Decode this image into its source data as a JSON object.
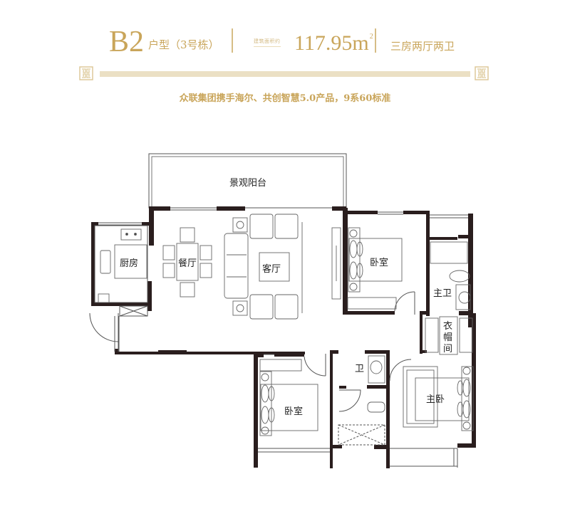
{
  "header": {
    "unit_type": "B2",
    "unit_suffix": "户型（3号栋）",
    "area_label": "建筑面积约",
    "area_value": "117.95",
    "area_unit": "m",
    "area_unit_sup": "2",
    "layout_desc": "三房两厅两卫",
    "tagline": "众联集团携手海尔、共创智慧5.0产品，9系60标准"
  },
  "colors": {
    "accent_gold": "#c9a55a",
    "rule_beige": "#ebe0c4",
    "wall": "#2a1e1e",
    "line": "#444444"
  },
  "rooms": [
    {
      "id": "balcony",
      "label": "景观阳台"
    },
    {
      "id": "kitchen",
      "label": "厨房"
    },
    {
      "id": "dining",
      "label": "餐厅"
    },
    {
      "id": "living",
      "label": "客厅"
    },
    {
      "id": "bedroom_ne",
      "label": "卧室"
    },
    {
      "id": "master_bath",
      "label": "主卫"
    },
    {
      "id": "closet",
      "label": "衣帽间"
    },
    {
      "id": "bath",
      "label": "卫"
    },
    {
      "id": "bedroom_s",
      "label": "卧室"
    },
    {
      "id": "master_bedroom",
      "label": "主卧"
    }
  ]
}
